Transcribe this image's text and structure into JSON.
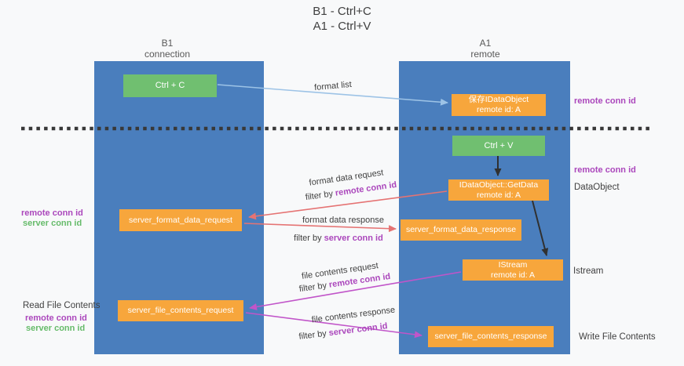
{
  "title": {
    "line1": "B1 - Ctrl+C",
    "line2": "A1 - Ctrl+V"
  },
  "lanes": {
    "b1": {
      "name": "B1",
      "subtitle": "connection"
    },
    "a1": {
      "name": "A1",
      "subtitle": "remote"
    }
  },
  "nodes": {
    "ctrl_c": {
      "label": "Ctrl + C"
    },
    "ctrl_v": {
      "label": "Ctrl + V"
    },
    "save_idataobject": {
      "line1": "保存IDataObject",
      "line2": "remote id: A"
    },
    "idataobject_getdata": {
      "line1": "IDataObject::GetData",
      "line2": "remote id: A"
    },
    "istream": {
      "line1": "IStream",
      "line2": "remote id: A"
    },
    "server_format_data_request": {
      "label": "server_format_data_request"
    },
    "server_format_data_response": {
      "label": "server_format_data_response"
    },
    "server_file_contents_request": {
      "label": "server_file_contents_request"
    },
    "server_file_contents_response": {
      "label": "server_file_contents_response"
    }
  },
  "edge_labels": {
    "format_list": "format list",
    "format_data_request": "format data request",
    "format_data_response": "format data response",
    "file_contents_request": "file contents request",
    "file_contents_response": "file contents response",
    "filter_by": "filter by",
    "remote_conn_id": "remote conn id",
    "server_conn_id": "server conn id"
  },
  "side_labels": {
    "left": {
      "remote_conn_id": "remote conn id",
      "server_conn_id": "server conn id",
      "read_file_contents": "Read File Contents",
      "remote_conn_id_bottom": "remote conn id",
      "server_conn_id_bottom": "server conn id"
    },
    "right": {
      "remote_conn_id_top": "remote conn id",
      "remote_conn_id_mid": "remote conn id",
      "dataobject": "DataObject",
      "istream": "Istream",
      "write_file_contents": "Write File Contents"
    }
  },
  "colors": {
    "lane_blue": "#4a7ebd",
    "node_orange": "#f7a63c",
    "node_green": "#70bf70",
    "arrow_red": "#e57373",
    "arrow_magenta": "#c155c9",
    "arrow_lightblue": "#9dc3e6",
    "arrow_black": "#303030",
    "text_purple": "#ab47bc",
    "text_green": "#66bb6a",
    "background": "#f8f9fa"
  }
}
